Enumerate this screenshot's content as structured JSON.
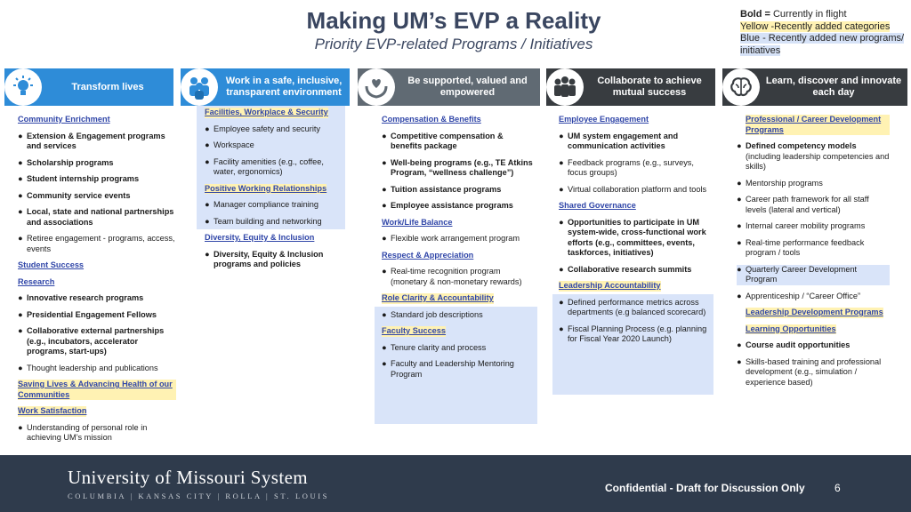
{
  "title": "Making UM’s EVP a Reality",
  "subtitle": "Priority EVP-related Programs / Initiatives",
  "legend": {
    "bold_key": "Bold =",
    "bold_desc": " Currently in flight",
    "yellow": "Yellow -Recently added categories",
    "blue": "Blue - Recently added new programs/ initiatives"
  },
  "colors": {
    "accent_blue": "#2e8cd8",
    "gray_header": "#606a73",
    "dark_header": "#383c40",
    "panel_blue": "#d9e4f9",
    "section_link": "#3046a8",
    "highlight_yellow": "#fff2b3",
    "footer": "#2f3b4c"
  },
  "headers": [
    {
      "label": "Transform lives",
      "icon": "lightbulb-icon"
    },
    {
      "label": "Work in a safe, inclusive, transparent environment",
      "icon": "people-group-icon"
    },
    {
      "label": "Be supported, valued and empowered",
      "icon": "hands-heart-icon"
    },
    {
      "label": "Collaborate to achieve mutual success",
      "icon": "team-icon"
    },
    {
      "label": "Learn, discover and innovate each day",
      "icon": "brain-icon"
    }
  ],
  "col1": {
    "s1": "Community Enrichment",
    "i1": "Extension & Engagement programs and services",
    "i2": "Scholarship programs",
    "i3": "Student internship programs",
    "i4": "Community service events",
    "i5": "Local, state and national partnerships and associations",
    "i6": "Retiree engagement - programs, access, events",
    "s2": "Student Success",
    "s3": "Research",
    "i7": "Innovative research programs",
    "i8": "Presidential Engagement Fellows",
    "i9": "Collaborative external partnerships (e.g., incubators, accelerator programs, start-ups)",
    "i10": "Thought leadership and publications",
    "s4": "Saving Lives & Advancing Health of our Communities",
    "s5": "Work Satisfaction",
    "i11": "Understanding of personal role in achieving UM’s mission"
  },
  "col2": {
    "s1": "Facilities, Workplace & Security",
    "i1": "Employee safety and security",
    "i2": "Workspace",
    "i3": "Facility amenities (e.g., coffee, water, ergonomics)",
    "s2": "Positive Working Relationships",
    "i4": "Manager compliance training",
    "i5": "Team building and networking",
    "s3": "Diversity, Equity & Inclusion",
    "i6": "Diversity, Equity & Inclusion programs and policies"
  },
  "col3": {
    "s1": "Compensation & Benefits",
    "i1": "Competitive compensation & benefits package",
    "i2": "Well-being programs (e.g., TE Atkins Program, “wellness challenge”)",
    "i3": "Tuition assistance programs",
    "i4": "Employee assistance programs",
    "s2": "Work/Life Balance",
    "i5": "Flexible work arrangement program",
    "s3": "Respect & Appreciation",
    "i6": "Real-time recognition program (monetary & non-monetary rewards)",
    "s4": "Role Clarity & Accountability",
    "i7": "Standard job descriptions",
    "s5": "Faculty Success",
    "i8": "Tenure clarity and process",
    "i9": "Faculty and Leadership Mentoring Program"
  },
  "col4": {
    "s1": "Employee Engagement",
    "i1": "UM system engagement and communication activities",
    "i2": "Feedback programs (e.g., surveys, focus groups)",
    "i3": "Virtual collaboration platform and tools",
    "s2": "Shared Governance",
    "i4": "Opportunities to participate in UM system-wide, cross-functional work efforts (e.g., committees, events, taskforces, initiatives)",
    "i5": "Collaborative research summits",
    "s3": "Leadership Accountability",
    "i6": "Defined performance metrics across departments (e.g balanced scorecard)",
    "i7": "Fiscal Planning Process (e.g. planning for Fiscal Year 2020 Launch)"
  },
  "col5": {
    "s1": "Professional / Career Development Programs",
    "i1": "Defined competency models",
    "i1b": "(including leadership competencies and skills)",
    "i2": "Mentorship programs",
    "i3": "Career path framework for all staff levels (lateral and vertical)",
    "i4": "Internal career mobility programs",
    "i5": "Real-time performance feedback program / tools",
    "i6": "Quarterly Career Development Program",
    "i7": "Apprenticeship / “Career Office”",
    "s2": "Leadership Development Programs",
    "s3": "Learning Opportunities",
    "i8": "Course audit opportunities",
    "i9": "Skills-based training and professional development (e.g., simulation / experience based)"
  },
  "footer": {
    "university": "University of Missouri System",
    "campuses": "COLUMBIA | KANSAS CITY | ROLLA | ST. LOUIS",
    "confidential": "Confidential - Draft for Discussion Only",
    "page": "6"
  }
}
